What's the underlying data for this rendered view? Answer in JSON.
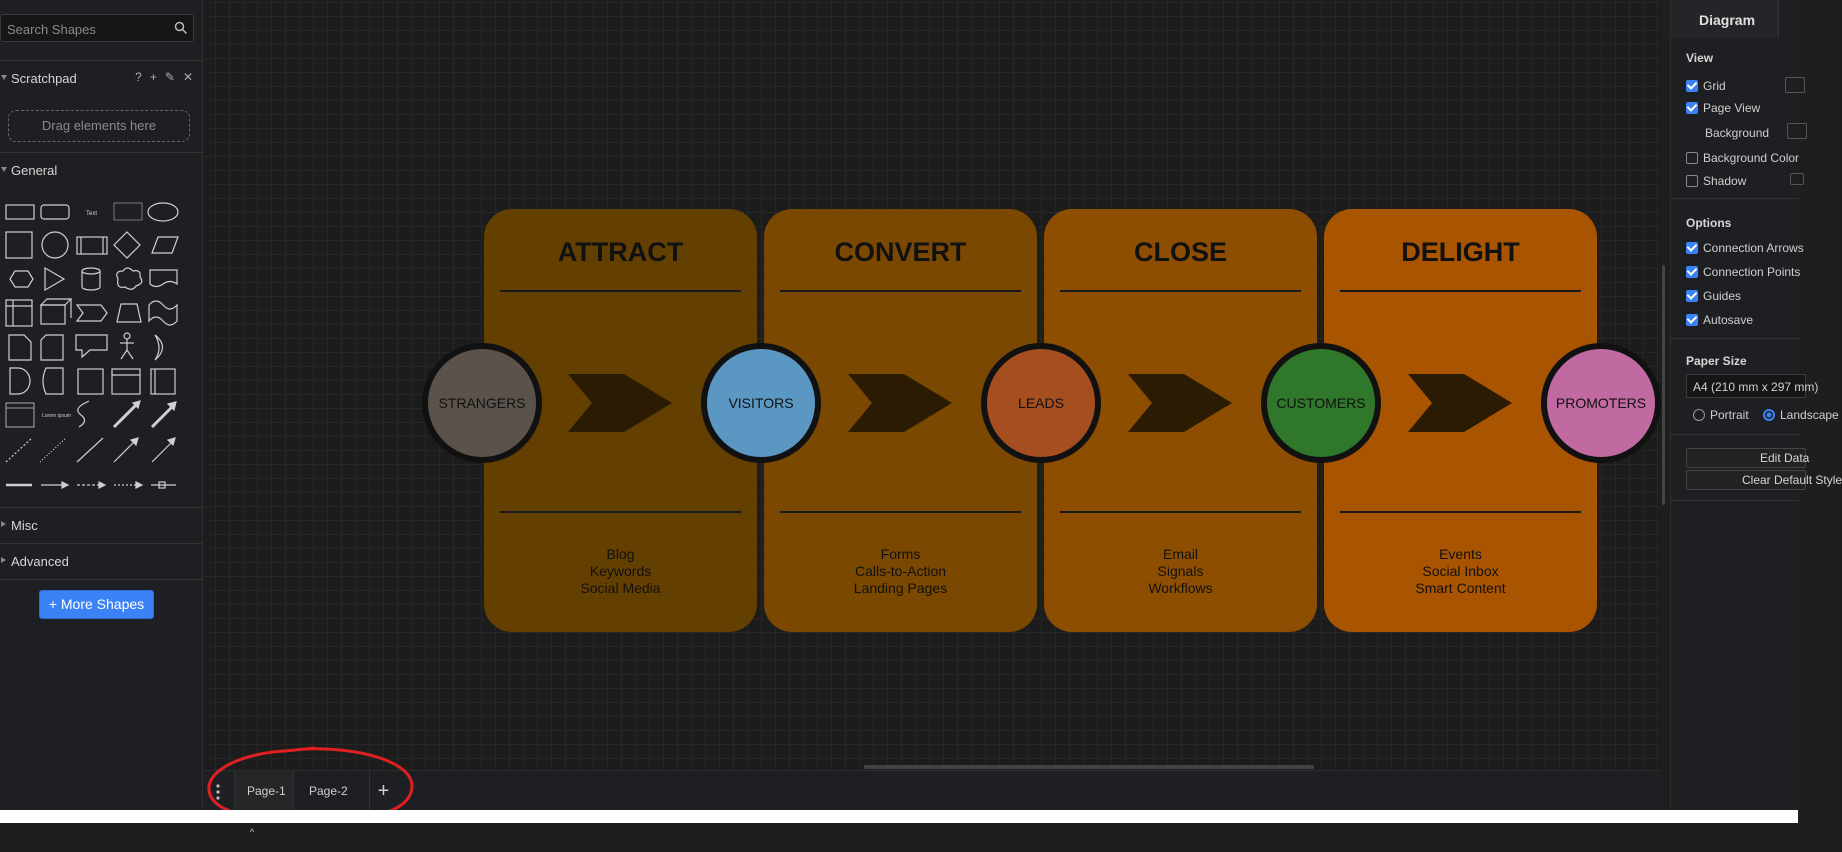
{
  "left_panel": {
    "search_placeholder": "Search Shapes",
    "scratchpad": {
      "label": "Scratchpad",
      "help": "?",
      "drag_text": "Drag elements here"
    },
    "general_label": "General",
    "misc_label": "Misc",
    "advanced_label": "Advanced",
    "more_shapes_label": "+ More Shapes"
  },
  "diagram": {
    "stages": [
      {
        "title": "ATTRACT",
        "items": [
          "Blog",
          "Keywords",
          "Social Media"
        ],
        "color": "#633f01"
      },
      {
        "title": "CONVERT",
        "items": [
          "Forms",
          "Calls-to-Action",
          "Landing Pages"
        ],
        "color": "#7a4801"
      },
      {
        "title": "CLOSE",
        "items": [
          "Email",
          "Signals",
          "Workflows"
        ],
        "color": "#8d4e01"
      },
      {
        "title": "DELIGHT",
        "items": [
          "Events",
          "Social Inbox",
          "Smart Content"
        ],
        "color": "#a95400"
      }
    ],
    "nodes": [
      {
        "label": "STRANGERS",
        "color": "#5b534b"
      },
      {
        "label": "VISITORS",
        "color": "#5b97c3"
      },
      {
        "label": "LEADS",
        "color": "#a54f20"
      },
      {
        "label": "CUSTOMERS",
        "color": "#2f772b"
      },
      {
        "label": "PROMOTERS",
        "color": "#c06aa1"
      }
    ]
  },
  "pages_bar": {
    "tabs": [
      {
        "label": "Page-1",
        "active": true
      },
      {
        "label": "Page-2",
        "active": false
      }
    ],
    "add_label": "+"
  },
  "right_panel": {
    "tab_label": "Diagram",
    "view_heading": "View",
    "grid_label": "Grid",
    "page_view_label": "Page View",
    "background_label": "Background",
    "background_color_label": "Background Color",
    "shadow_label": "Shadow",
    "options_heading": "Options",
    "connection_arrows_label": "Connection Arrows",
    "connection_points_label": "Connection Points",
    "guides_label": "Guides",
    "autosave_label": "Autosave",
    "paper_size_heading": "Paper Size",
    "paper_size_value": "A4 (210 mm x 297 mm)",
    "portrait_label": "Portrait",
    "landscape_label": "Landscape",
    "edit_data_label": "Edit Data",
    "clear_default_label": "Clear Default Style"
  }
}
